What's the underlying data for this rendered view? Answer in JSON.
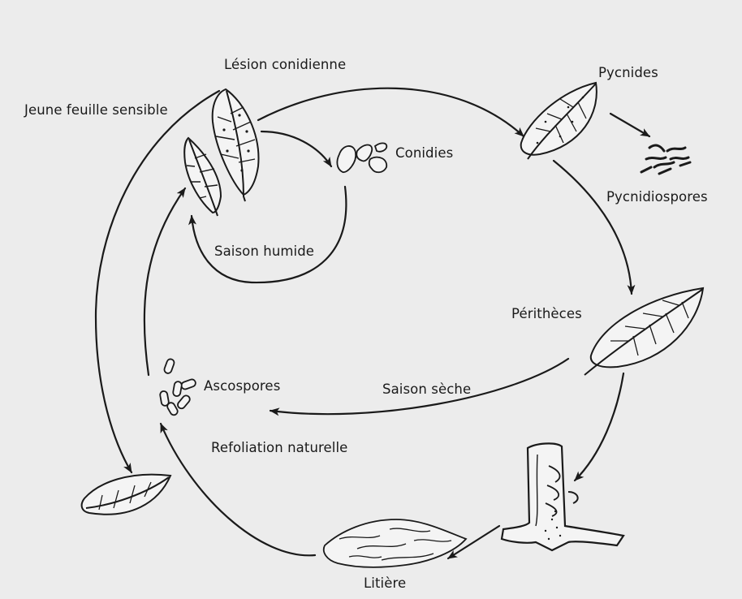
{
  "diagram": {
    "labels": {
      "lesion_conidienne": "Lésion conidienne",
      "jeune_feuille_sensible": "Jeune feuille sensible",
      "conidies": "Conidies",
      "pycnides": "Pycnides",
      "pycnidiospores": "Pycnidiospores",
      "saison_humide": "Saison humide",
      "perithecess": "Périthèces",
      "ascospores": "Ascospores",
      "saison_seche": "Saison sèche",
      "refoliation_naturelle": "Refoliation naturelle",
      "litiere": "Litière"
    },
    "colors": {
      "ink": "#1a1a1a",
      "paper": "#ececec",
      "leaf_fill": "#f4f4f4"
    }
  }
}
